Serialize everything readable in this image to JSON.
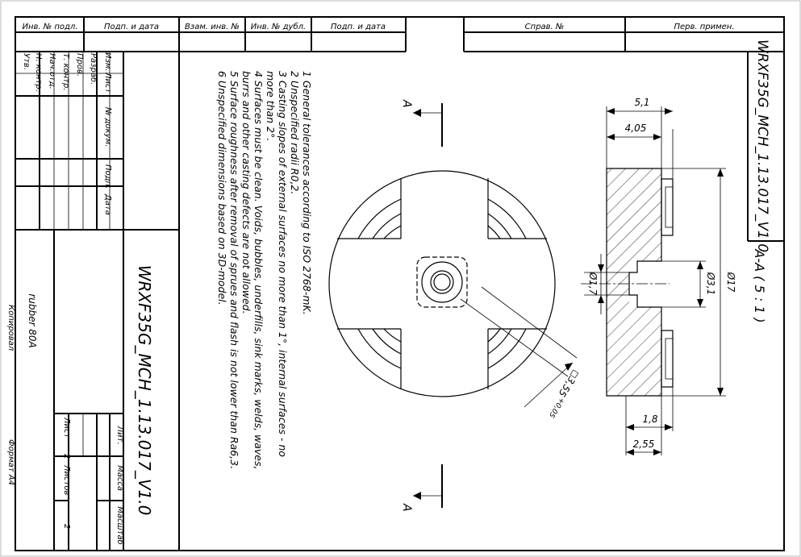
{
  "top_block": {
    "inv_podl": "Инв. № подл.",
    "podp_data_1": "Подп. и дата",
    "vzam_inv": "Взам. инв. №",
    "inv_dubl": "Инв. № дубл.",
    "podp_data_2": "Подп. и дата",
    "sprav": "Справ. №",
    "perv_primen": "Перв. примен."
  },
  "stamp_headers": {
    "izm": "Изм.",
    "list": "Лист",
    "n_dokum": "№ докум.",
    "podp": "Подп.",
    "data": "Дата",
    "razrab": "Разраб.",
    "prov": "Пров.",
    "t_kontr": "Т. контр.",
    "nach_otd": "Нач.отд.",
    "n_kontr": "Н. контр.",
    "utv": "Утв."
  },
  "stamp": {
    "designation": "WRXF35G_MCH_1.13.017_V1.0",
    "material": "rubber 80A",
    "lit": "Лит.",
    "massa": "Масса",
    "masshtab": "Масштаб",
    "list_label": "Лист",
    "list_value": "2",
    "listov_label": "Листов",
    "listov_value": "2"
  },
  "corner_code": "WRXF35G_MCH_1.13.017_V1.0",
  "notes": [
    "1 General tolerances according to ISO 2768-mK.",
    "2 Unspecified radii R0,2.",
    "3 Casting slopes of external surfaces no more than 1°, internal surfaces - no",
    "more than 2°.",
    "4 Surfaces must be clean. Voids, bubbles, underfills, sink marks, welds, waves,",
    "burrs and other casting defects are not allowed.",
    "5 Surface roughness after removal of sprues and flash is not lower than Ra6,3.",
    "6 Unspecified dimensions based on 3D-model."
  ],
  "section_mark": "A",
  "section_title": "A-A ( 5 : 1 )",
  "dims": {
    "d_5_1": "5,1",
    "d_4_05": "4,05",
    "d_1_8": "1,8",
    "d_2_55": "2,55",
    "diam_17": "Ø17",
    "diam_3_1": "Ø3,1",
    "diam_1_7": "Ø1,7",
    "square": "◻3,55",
    "square_tol": "+0,05"
  },
  "footer": {
    "kopiroval": "Копировал",
    "format": "Формат A4"
  }
}
